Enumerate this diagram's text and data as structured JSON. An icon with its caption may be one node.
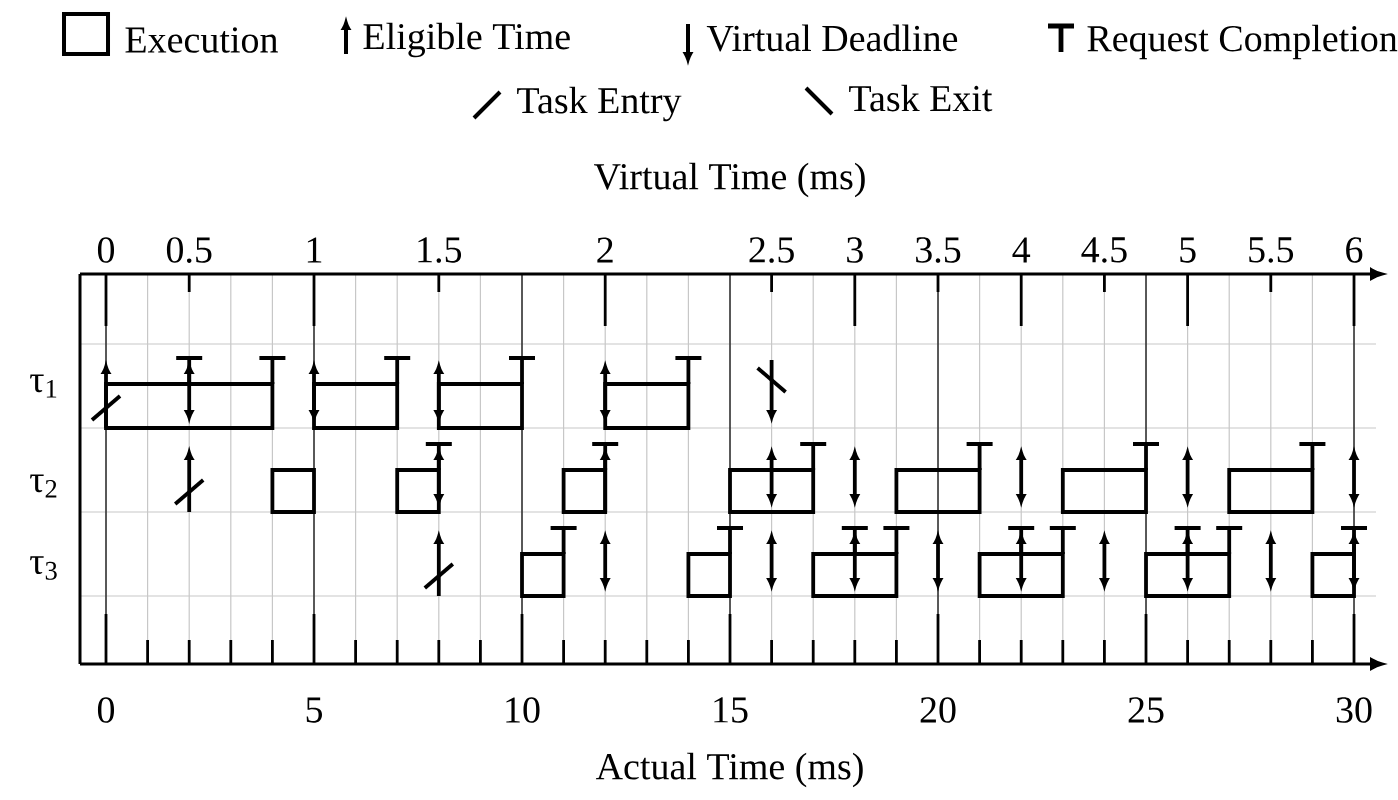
{
  "diagram": {
    "labels": [
      "Virtual Time (ms)",
      "0",
      "0.5",
      "1",
      "1.5",
      "2",
      "2.5",
      "3",
      "3.5",
      "4",
      "4.5",
      "5",
      "5.5",
      "6",
      "τ$_{1}$",
      "τ$_{2}$",
      "τ$_{3}$",
      "0",
      "5",
      "10",
      "15",
      "20",
      "25",
      "30",
      "Actual Time (ms)"
    ],
    "legend": [
      {
        "text": "Execution"
      },
      {
        "text": "Eligible Time"
      },
      {
        "text": "Virtual Deadline"
      },
      {
        "text": "Request Completion"
      },
      {
        "text": "Task Entry"
      },
      {
        "text": "Task Exit"
      }
    ]
  }
}
